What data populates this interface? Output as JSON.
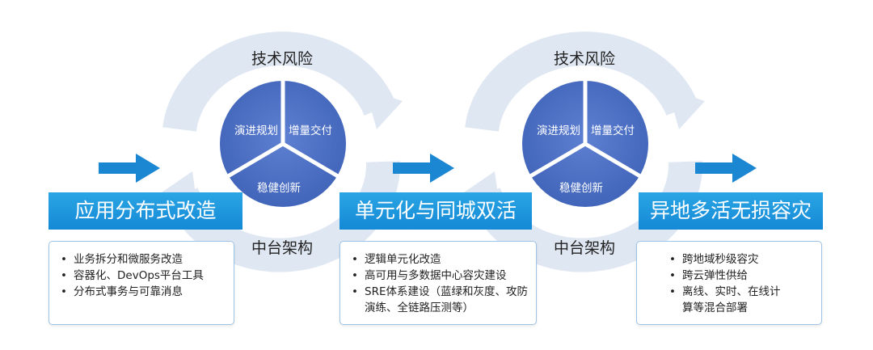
{
  "cycles": [
    {
      "top_label": "技术风险",
      "bottom_label": "中台架构",
      "segments": {
        "left": "演进规划",
        "right": "增量交付",
        "bottom": "稳健创新"
      }
    },
    {
      "top_label": "技术风险",
      "bottom_label": "中台架构",
      "segments": {
        "left": "演进规划",
        "right": "增量交付",
        "bottom": "稳健创新"
      }
    }
  ],
  "stages": [
    {
      "title": "应用分布式改造",
      "items": [
        "业务拆分和微服务改造",
        "容器化、DevOps平台工具",
        "分布式事务与可靠消息"
      ]
    },
    {
      "title": "单元化与同城双活",
      "items": [
        "逻辑单元化改造",
        "高可用与多数据中心容灾建设",
        "SRE体系建设（蓝绿和灰度、攻防演练、全链路压测等）"
      ]
    },
    {
      "title": "异地多活无损容灾",
      "items": [
        "跨地域秒级容灾",
        "跨云弹性供给",
        "离线、实时、在线计算等混合部署"
      ]
    }
  ],
  "colors": {
    "arc": "#dfe7f3",
    "circle": "#4f72c7",
    "arrow": "#1b87d2",
    "title_bg": "#1e96dc"
  },
  "icons": [
    "flow-arrow-icon"
  ]
}
